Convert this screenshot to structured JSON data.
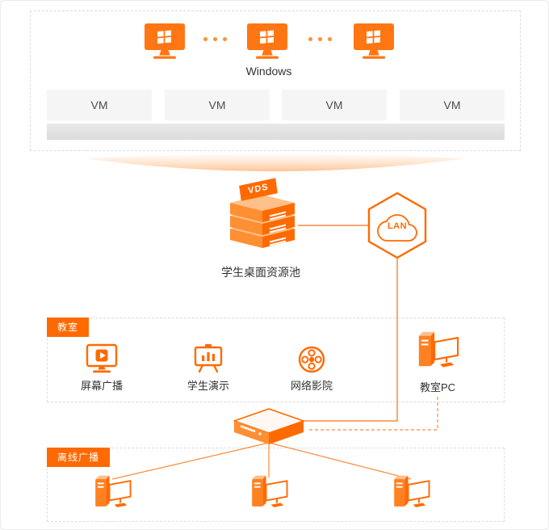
{
  "colors": {
    "accent": "#FF6A00",
    "accent_light": "#FF8F33",
    "panel_border": "#DCDCDC",
    "vm_box_bg": "#F5F5F5",
    "hardware_bar_bg": "#E3E3E3",
    "text": "#333333"
  },
  "icons": {
    "windows_monitor": "windows-monitor-icon",
    "ellipsis": "ellipsis-icon",
    "vds_server": "vds-server-icon",
    "lan_cloud_hexagon": "lan-hexagon-icon",
    "screen_broadcast": "screen-broadcast-icon",
    "student_demo": "student-demo-icon",
    "network_cinema": "network-cinema-icon",
    "classroom_pc": "classroom-pc-icon",
    "network_switch": "network-switch-icon",
    "offline_pc": "offline-pc-icon"
  },
  "vm_layer": {
    "os_label": "Windows",
    "vm_boxes": [
      "VM",
      "VM",
      "VM",
      "VM"
    ]
  },
  "resource_pool": {
    "badge": "VDS",
    "caption": "学生桌面资源池"
  },
  "network": {
    "lan_label": "LAN"
  },
  "classroom": {
    "tag": "教室",
    "features": [
      {
        "label": "屏幕广播"
      },
      {
        "label": "学生演示"
      },
      {
        "label": "网络影院"
      }
    ],
    "pc_label": "教室PC"
  },
  "offline_broadcast": {
    "tag": "离线广播"
  }
}
